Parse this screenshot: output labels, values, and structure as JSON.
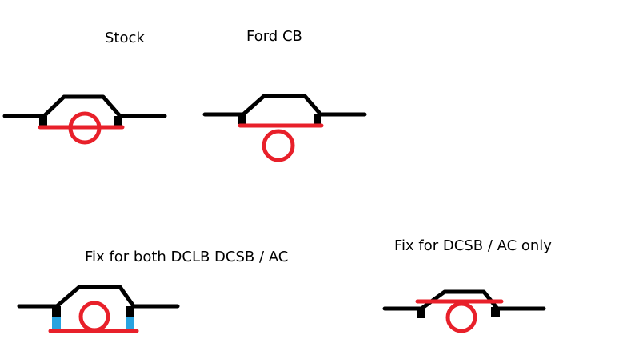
{
  "labels": {
    "stock": "Stock",
    "ford_cb": "Ford CB",
    "fix_both": "Fix for both DCLB DCSB / AC",
    "fix_dcsb": "Fix for DCSB / AC only"
  },
  "colors": {
    "frame": "#000000",
    "axle": "#e8202a",
    "spacer": "#29a3e0",
    "background": "#ffffff"
  }
}
